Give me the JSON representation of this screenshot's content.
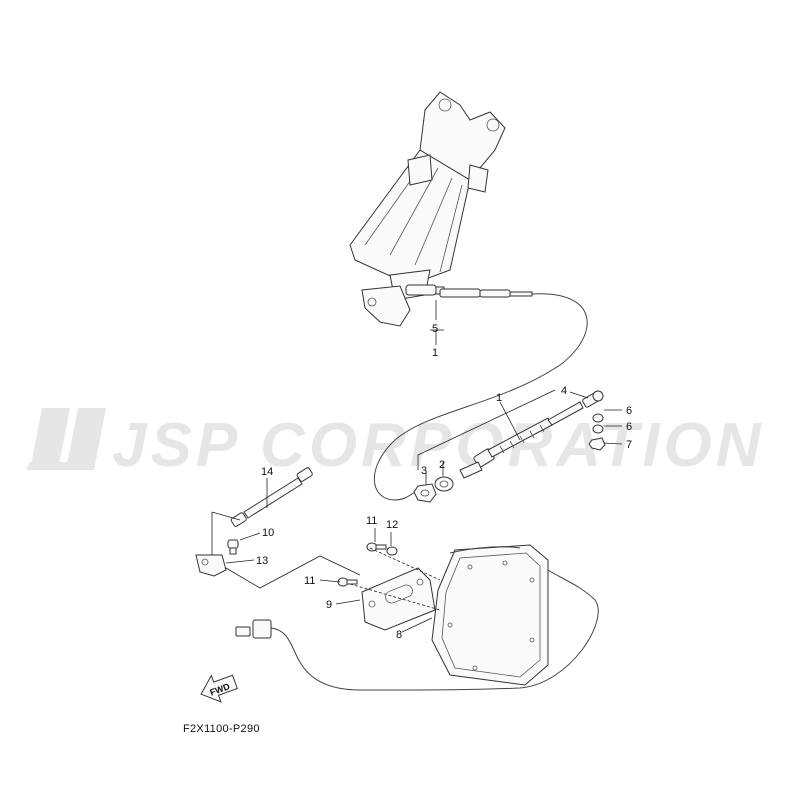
{
  "watermark": {
    "text": "JSP CORPORATION"
  },
  "callouts": [
    {
      "id": "c5",
      "label": "5"
    },
    {
      "id": "c1a",
      "label": "1"
    },
    {
      "id": "c1b",
      "label": "1"
    },
    {
      "id": "c2",
      "label": "2"
    },
    {
      "id": "c3",
      "label": "3"
    },
    {
      "id": "c4",
      "label": "4"
    },
    {
      "id": "c6a",
      "label": "6"
    },
    {
      "id": "c6b",
      "label": "6"
    },
    {
      "id": "c7",
      "label": "7"
    },
    {
      "id": "c8",
      "label": "8"
    },
    {
      "id": "c9",
      "label": "9"
    },
    {
      "id": "c10",
      "label": "10"
    },
    {
      "id": "c11a",
      "label": "11"
    },
    {
      "id": "c11b",
      "label": "11"
    },
    {
      "id": "c12",
      "label": "12"
    },
    {
      "id": "c13",
      "label": "13"
    },
    {
      "id": "c14",
      "label": "14"
    }
  ],
  "fwd": {
    "label": "FWD"
  },
  "diagram_code": "F2X1100-P290"
}
